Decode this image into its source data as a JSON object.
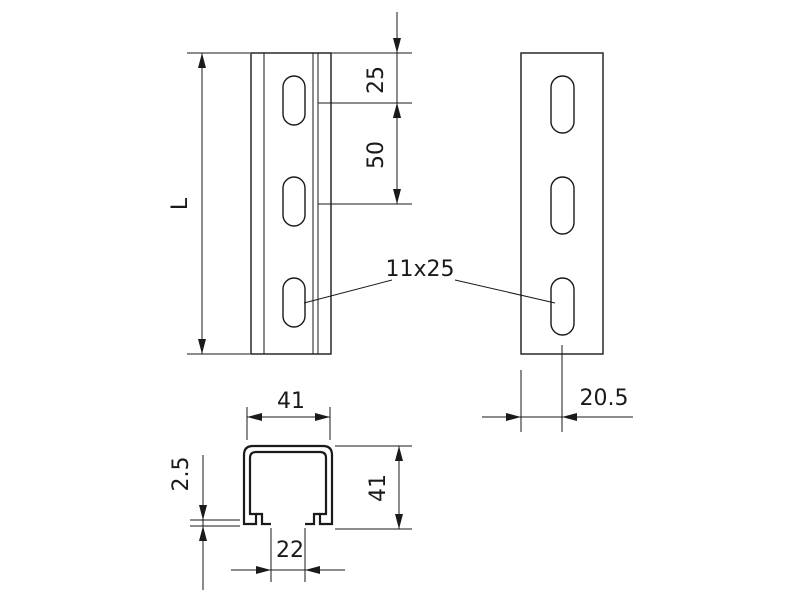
{
  "dimensions": {
    "length": "L",
    "hole_offset": "25",
    "hole_pitch": "50",
    "hole_size": "11x25",
    "hole_center_offset": "20.5",
    "profile_width": "41",
    "profile_height": "41",
    "wall_thickness": "2.5",
    "slot_opening": "22"
  },
  "colors": {
    "line": "#1a1a1a",
    "background": "#ffffff"
  }
}
